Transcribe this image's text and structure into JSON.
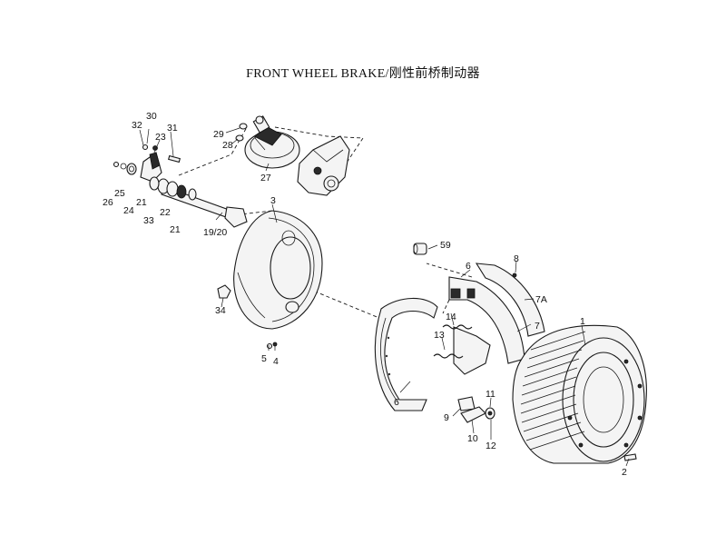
{
  "title": "FRONT WHEEL BRAKE/刚性前桥制动器",
  "callouts": {
    "c1": "1",
    "c2": "2",
    "c3": "3",
    "c4": "4",
    "c5": "5",
    "c6a": "6",
    "c6b": "6",
    "c7": "7",
    "c7a": "7A",
    "c8": "8",
    "c9": "9",
    "c10": "10",
    "c11": "11",
    "c12": "12",
    "c13": "13",
    "c14": "14",
    "c19_20": "19/20",
    "c21a": "21",
    "c21b": "21",
    "c22": "22",
    "c23": "23",
    "c24": "24",
    "c25": "25",
    "c26": "26",
    "c27": "27",
    "c28": "28",
    "c29": "29",
    "c30": "30",
    "c31": "31",
    "c32": "32",
    "c33": "33",
    "c34": "34",
    "c59": "59"
  }
}
